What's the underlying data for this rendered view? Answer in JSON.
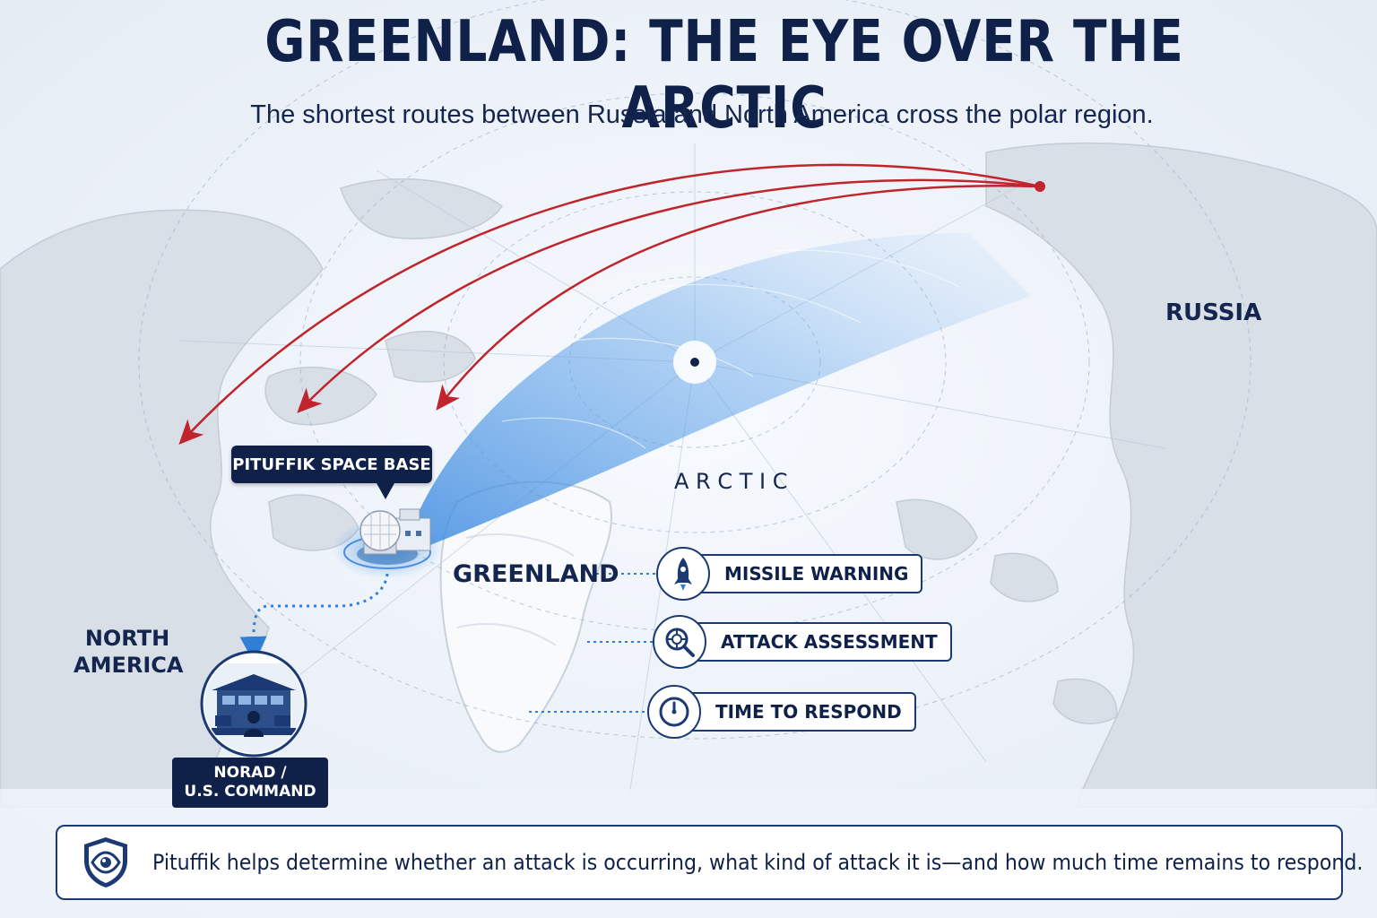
{
  "title": "GREENLAND: THE EYE OVER THE ARCTIC",
  "subtitle": "The shortest routes between Russia and North America cross the polar region.",
  "regions": {
    "russia": "RUSSIA",
    "arctic": "A R C T I C",
    "greenland": "GREENLAND",
    "north_america_line1": "NORTH",
    "north_america_line2": "AMERICA"
  },
  "base_callout": "PITUFFIK SPACE BASE",
  "command": {
    "line1": "NORAD /",
    "line2": "U.S. COMMAND"
  },
  "features": [
    {
      "label": "MISSILE WARNING",
      "icon": "rocket-icon"
    },
    {
      "label": "ATTACK ASSESSMENT",
      "icon": "magnifier-target-icon"
    },
    {
      "label": "TIME TO RESPOND",
      "icon": "clock-icon"
    }
  ],
  "bottom_note": "Pituffik helps determine whether an attack is occurring, what kind of attack it is—and how much time remains to respond.",
  "colors": {
    "navy": "#0f2149",
    "missile_path": "#c0242c",
    "radar_blue": "#4a90e2",
    "link_dots": "#2f7fd6",
    "map_land": "#d8dee6",
    "map_sea": "#eef3f9"
  }
}
